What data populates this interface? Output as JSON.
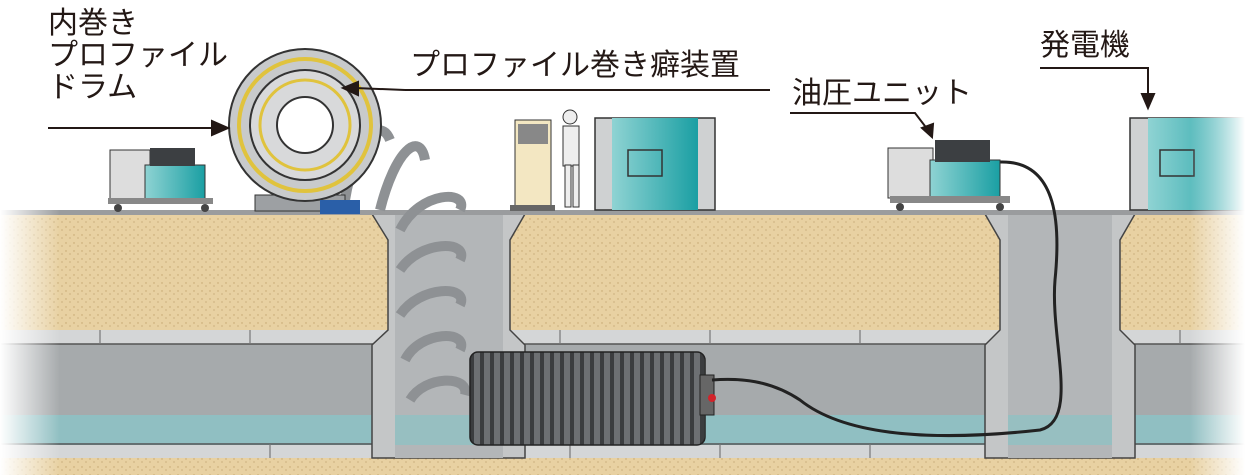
{
  "labels": {
    "drum": "内巻き\nプロファイル\nドラム",
    "shaping_device": "プロファイル巻き癖装置",
    "hydraulic_unit": "油圧ユニット",
    "generator": "発電機"
  },
  "colors": {
    "soil": "#e6cf9f",
    "concrete": "#c9cbcc",
    "pipe_interior": "#a9adaf",
    "water": "#7fbfc4",
    "machine_teal": "#2aa5a8",
    "hose": "#222222"
  }
}
